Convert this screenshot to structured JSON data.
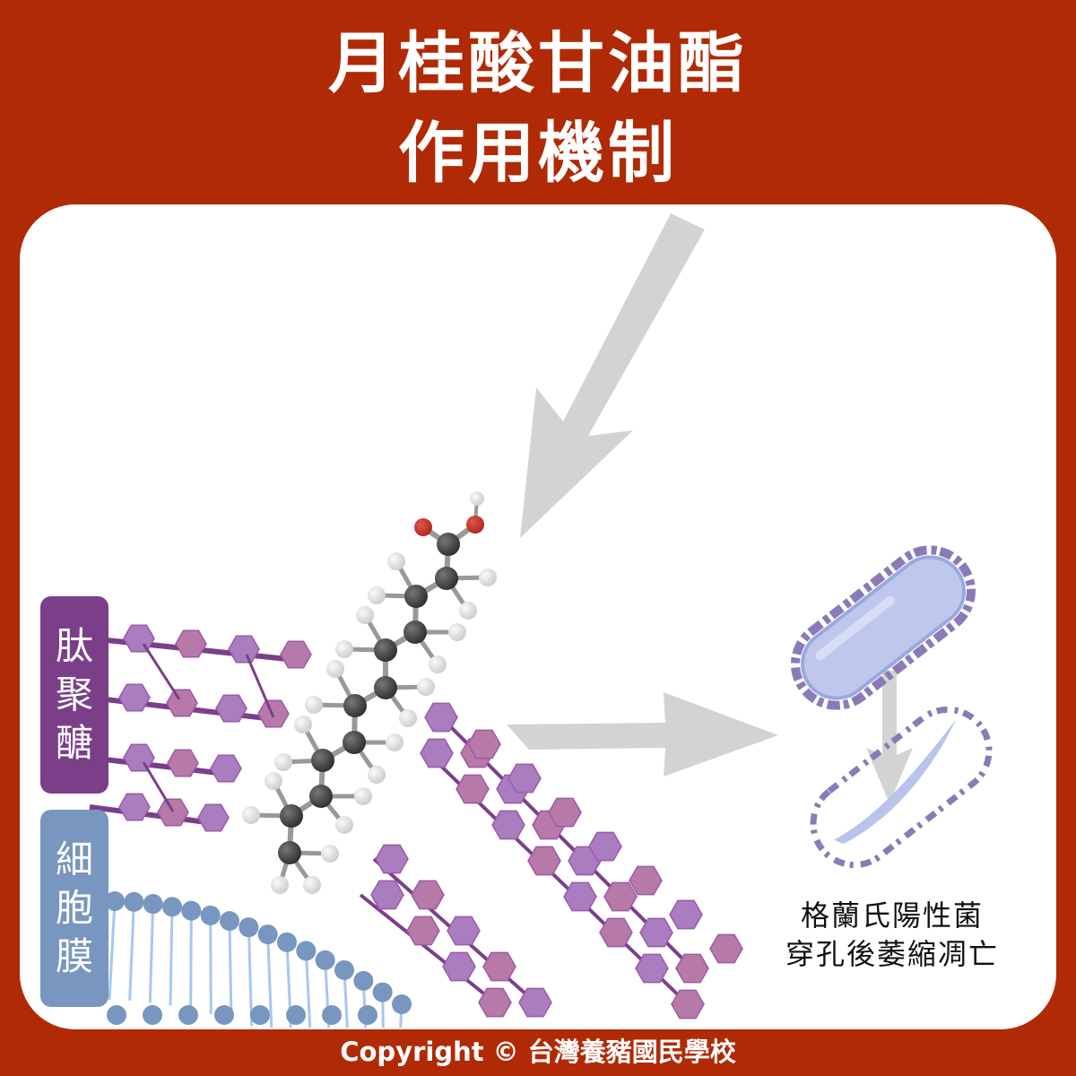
{
  "title": {
    "line1": "月桂酸甘油酯",
    "line2": "作用機制"
  },
  "labels": {
    "peptidoglycan": [
      "肽",
      "聚",
      "醣"
    ],
    "cell_membrane": [
      "細",
      "胞",
      "膜"
    ]
  },
  "caption": {
    "line1": "格蘭氏陽性菌",
    "line2": "穿孔後萎縮凋亡"
  },
  "copyright": "Copyright © 台灣養豬國民學校",
  "colors": {
    "background": "#b02a05",
    "peptidoglycan": "#7b3f8a",
    "membrane": "#7896bf",
    "arrow": "#d3d3d3"
  }
}
